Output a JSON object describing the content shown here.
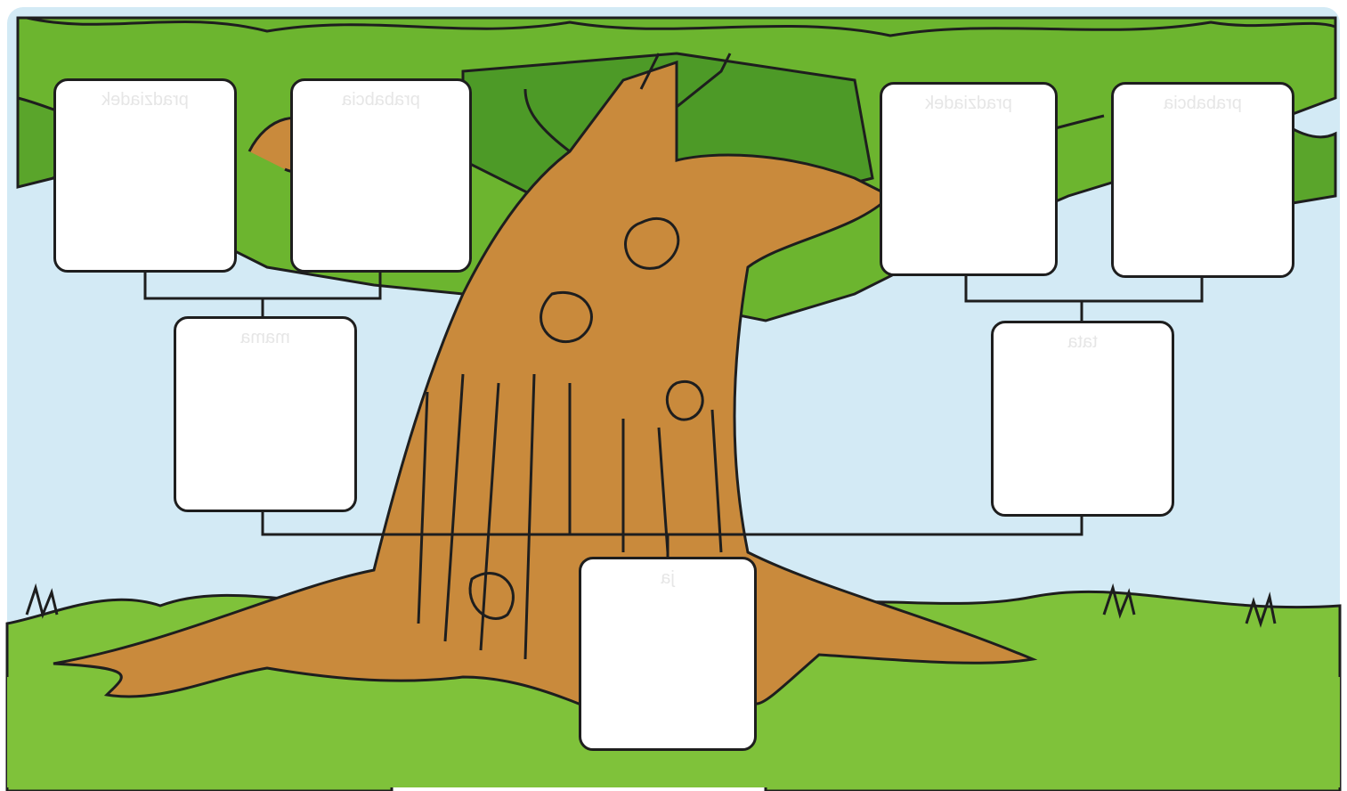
{
  "diagram": {
    "boxes": [
      {
        "id": "great-grandfather-1",
        "label": "pradziadek"
      },
      {
        "id": "great-grandmother-1",
        "label": "prababcia"
      },
      {
        "id": "great-grandfather-2",
        "label": "pradziadek"
      },
      {
        "id": "great-grandmother-2",
        "label": "prababcia"
      },
      {
        "id": "parent-1",
        "label": "mama"
      },
      {
        "id": "parent-2",
        "label": "tata"
      },
      {
        "id": "child",
        "label": "ja"
      }
    ]
  },
  "colors": {
    "sky": "#cfe7f3",
    "grass": "#7fc23a",
    "foliage": "#5aa52b",
    "trunk": "#c98a3c",
    "outline": "#1e1e1e"
  }
}
